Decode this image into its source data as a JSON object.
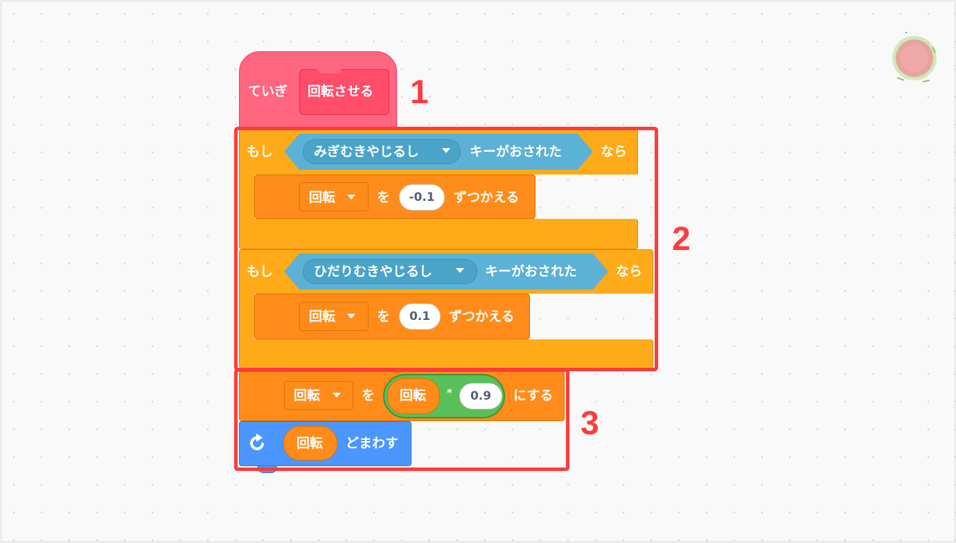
{
  "hat": {
    "prefix": "ていぎ",
    "name": "回転させる"
  },
  "if1": {
    "label_if": "もし",
    "key_option": "みぎむきやじるし",
    "key_pressed": "キーがおされた",
    "label_then": "なら",
    "inner": {
      "variable": "回転",
      "label_by": "を",
      "value": "-0.1",
      "label_change": "ずつかえる"
    }
  },
  "if2": {
    "label_if": "もし",
    "key_option": "ひだりむきやじるし",
    "key_pressed": "キーがおされた",
    "label_then": "なら",
    "inner": {
      "variable": "回転",
      "label_by": "を",
      "value": "0.1",
      "label_change": "ずつかえる"
    }
  },
  "set_block": {
    "variable": "回転",
    "label_to": "を",
    "operand_var": "回転",
    "operator": "*",
    "operand_value": "0.9",
    "label_set": "にする"
  },
  "turn_block": {
    "variable": "回転",
    "label": "どまわす"
  },
  "annotations": [
    "1",
    "2",
    "3"
  ],
  "colors": {
    "hat": "#ff6680",
    "control": "#ffab19",
    "sensing": "#5cb1d6",
    "variable": "#ff8c1a",
    "operator": "#59c059",
    "motion": "#4c97ff",
    "annotation": "#ff3b3b"
  }
}
